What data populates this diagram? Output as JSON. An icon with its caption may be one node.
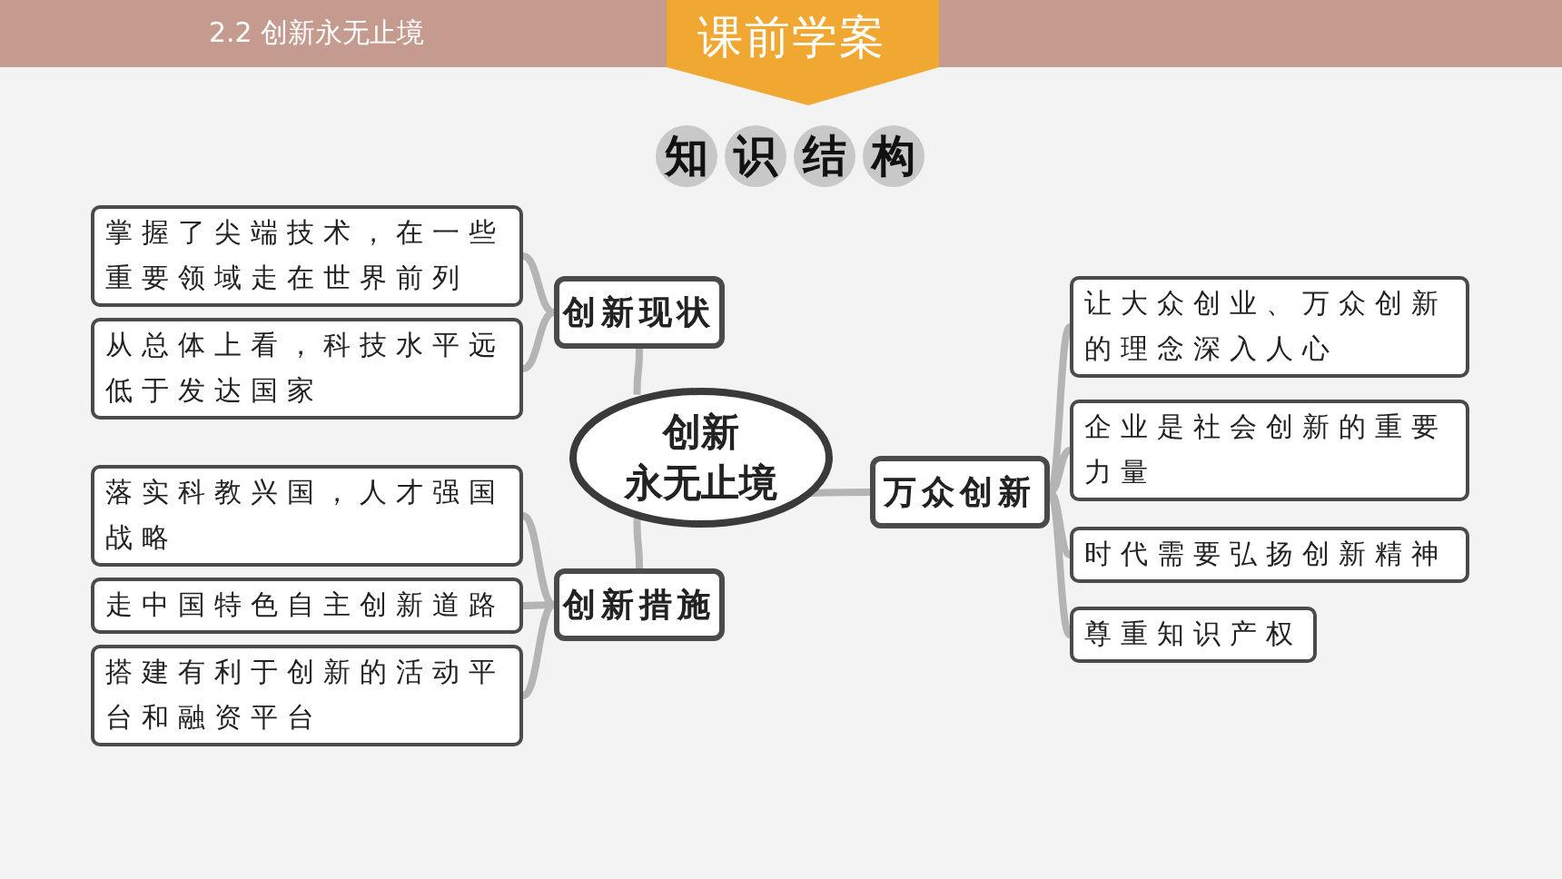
{
  "diagram": {
    "title": "知识结构",
    "nodes": [
      {
        "text": [
          "创新",
          "永无止境"
        ]
      },
      {
        "text": [
          "创新现状"
        ]
      },
      {
        "text": [
          "掌握了尖端技术，在一些重要领域走在世界前列"
        ]
      },
      {
        "text": [
          "从总体上看，科技水平远低于发达国家"
        ]
      },
      {
        "text": [
          "创新措施"
        ]
      },
      {
        "text": [
          "落实科教兴国，人才强国战略"
        ]
      },
      {
        "text": [
          "走中国特色自主创新道路"
        ]
      },
      {
        "text": [
          "搭建有利于创新的活动平台和融资平台"
        ]
      },
      {
        "text": [
          "万众创新"
        ]
      },
      {
        "text": [
          "让大众创业、万众创新的理念深入人心"
        ]
      },
      {
        "text": [
          "企业是社会创新的重要力量"
        ]
      },
      {
        "text": [
          "时代需要弘扬创新精神"
        ]
      },
      {
        "text": [
          "尊重知识产权"
        ]
      }
    ],
    "edges": [
      {
        "from": 0,
        "to": 1,
        "arrow": "none"
      },
      {
        "from": 0,
        "to": 4,
        "arrow": "none"
      },
      {
        "from": 0,
        "to": 8,
        "arrow": "none"
      },
      {
        "from": 1,
        "to": 2,
        "arrow": "none"
      },
      {
        "from": 1,
        "to": 3,
        "arrow": "none"
      },
      {
        "from": 4,
        "to": 5,
        "arrow": "none"
      },
      {
        "from": 4,
        "to": 6,
        "arrow": "none"
      },
      {
        "from": 4,
        "to": 7,
        "arrow": "none"
      },
      {
        "from": 8,
        "to": 9,
        "arrow": "none"
      },
      {
        "from": 8,
        "to": 10,
        "arrow": "none"
      },
      {
        "from": 8,
        "to": 11,
        "arrow": "none"
      },
      {
        "from": 8,
        "to": 12,
        "arrow": "none"
      }
    ],
    "labels": [
      "2.2 创新永无止境",
      "课前学案"
    ]
  }
}
